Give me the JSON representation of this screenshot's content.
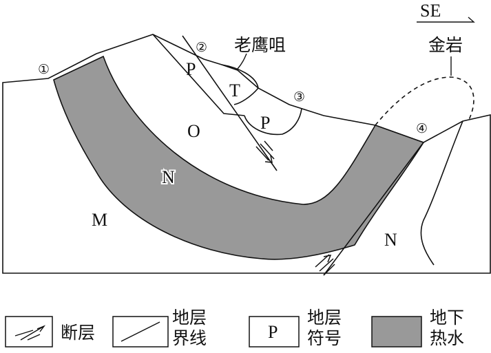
{
  "diagram": {
    "direction": "SE",
    "places": {
      "laoyingzui": "老鹰咀",
      "jinyan": "金岩"
    },
    "points": [
      "①",
      "②",
      "③",
      "④"
    ],
    "strata": {
      "P1": "P",
      "T": "T",
      "P2": "P",
      "O": "O",
      "N1": "N",
      "M": "M",
      "N2": "N"
    },
    "colors": {
      "groundwater": "#999999",
      "line": "#111111",
      "background": "#ffffff"
    }
  },
  "legend": {
    "fault": "断层",
    "boundary_l1": "地层",
    "boundary_l2": "界线",
    "symbol_sample": "P",
    "symbol_l1": "地层",
    "symbol_l2": "符号",
    "water_l1": "地下",
    "water_l2": "热水"
  }
}
